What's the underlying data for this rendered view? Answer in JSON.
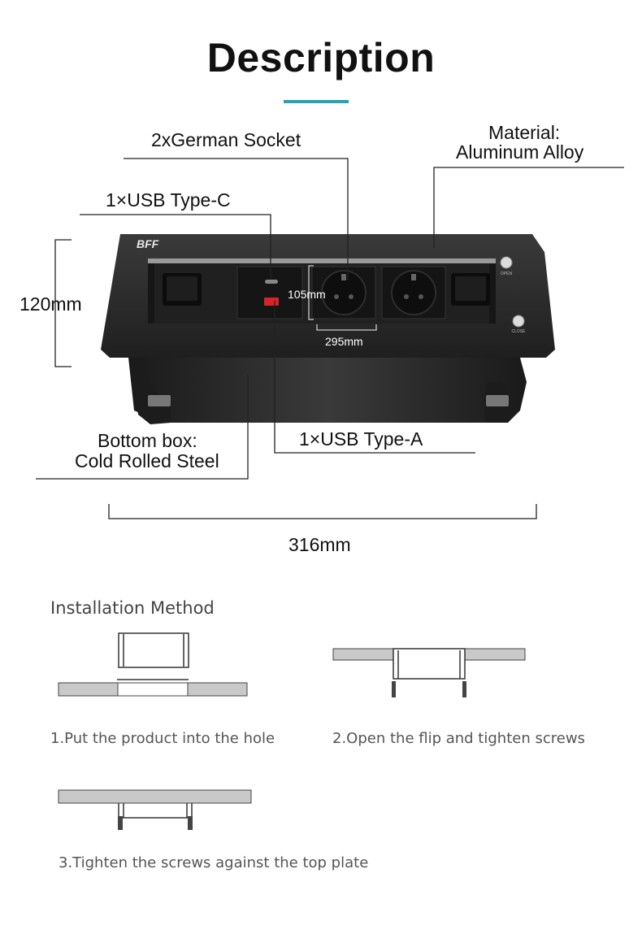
{
  "header": {
    "title": "Description",
    "accent_color": "#2aa3b0"
  },
  "product": {
    "brand": "BFF",
    "callouts": {
      "german_socket": "2xGerman Socket",
      "material_line1": "Material:",
      "material_line2": "Aluminum Alloy",
      "usb_c": "1×USB Type-C",
      "usb_a": "1×USB Type-A",
      "bottom_line1": "Bottom box:",
      "bottom_line2": "Cold Rolled Steel"
    },
    "dimensions": {
      "height": "120mm",
      "width": "316mm",
      "inner_height": "105mm",
      "inner_width": "295mm"
    },
    "buttons": {
      "open": "OPEN",
      "close": "CLOSE"
    },
    "colors": {
      "body": "#2b2b2b",
      "usb_a_port": "#d8232a"
    }
  },
  "installation": {
    "title": "Installation Method",
    "steps": [
      {
        "label": "1.Put the product into the hole"
      },
      {
        "label": "2.Open the flip and tighten screws"
      },
      {
        "label": "3.Tighten the screws against the top plate"
      }
    ]
  }
}
